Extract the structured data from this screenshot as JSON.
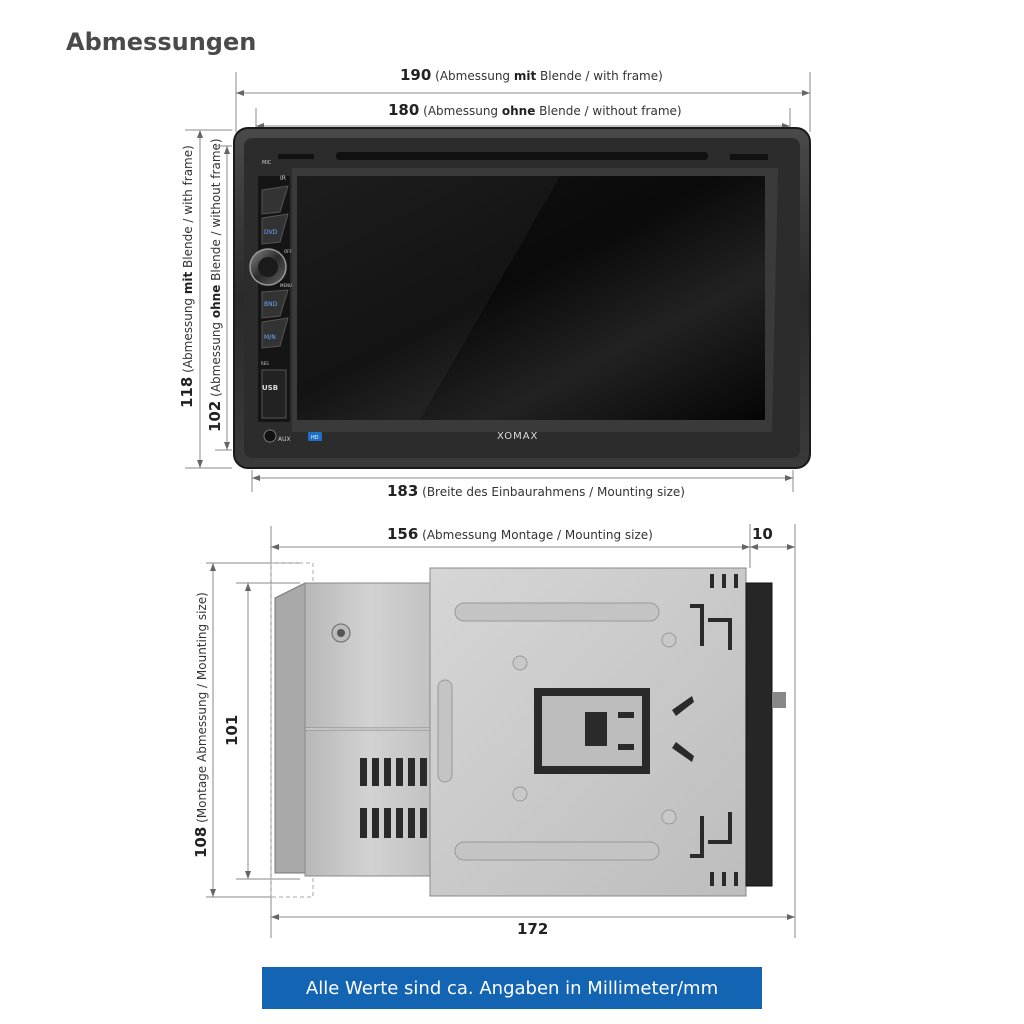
{
  "page": {
    "title": "Abmessungen"
  },
  "front": {
    "dim_190": {
      "value": "190",
      "desc_pre": "(Abmessung ",
      "desc_bold": "mit",
      "desc_post": " Blende / with frame)"
    },
    "dim_180": {
      "value": "180",
      "desc_pre": "(Abmessung ",
      "desc_bold": "ohne",
      "desc_post": " Blende / without frame)"
    },
    "dim_118": {
      "value": "118",
      "desc_pre": "(Abmessung ",
      "desc_bold": "mit",
      "desc_post": " Blende / with frame)"
    },
    "dim_102": {
      "value": "102",
      "desc_pre": "(Abmessung ",
      "desc_bold": "ohne",
      "desc_post": " Blende / without frame)"
    },
    "dim_183": {
      "value": "183",
      "desc": "(Breite des Einbaurahmens / Mounting size)"
    },
    "device": {
      "brand": "XOMAX",
      "btn_mic": "MIC",
      "btn_ir": "IR",
      "btn_dvd": "DVD",
      "btn_bnd": "BND",
      "btn_mn": "M/N",
      "btn_res": "RES",
      "btn_usb": "USB",
      "btn_aux": "AUX",
      "badge_hd": "HD",
      "knob_label_top": "OFF",
      "knob_label_bottom": "MENU"
    }
  },
  "side": {
    "dim_156": {
      "value": "156",
      "desc": "(Abmessung Montage / Mounting size)"
    },
    "dim_10": {
      "value": "10"
    },
    "dim_101": {
      "value": "101"
    },
    "dim_108": {
      "value": "108",
      "desc": "(Montage Abmessung / Mounting size)"
    },
    "dim_172": {
      "value": "172"
    }
  },
  "footer": {
    "note": "Alle Werte sind ca. Angaben in Millimeter/mm"
  }
}
